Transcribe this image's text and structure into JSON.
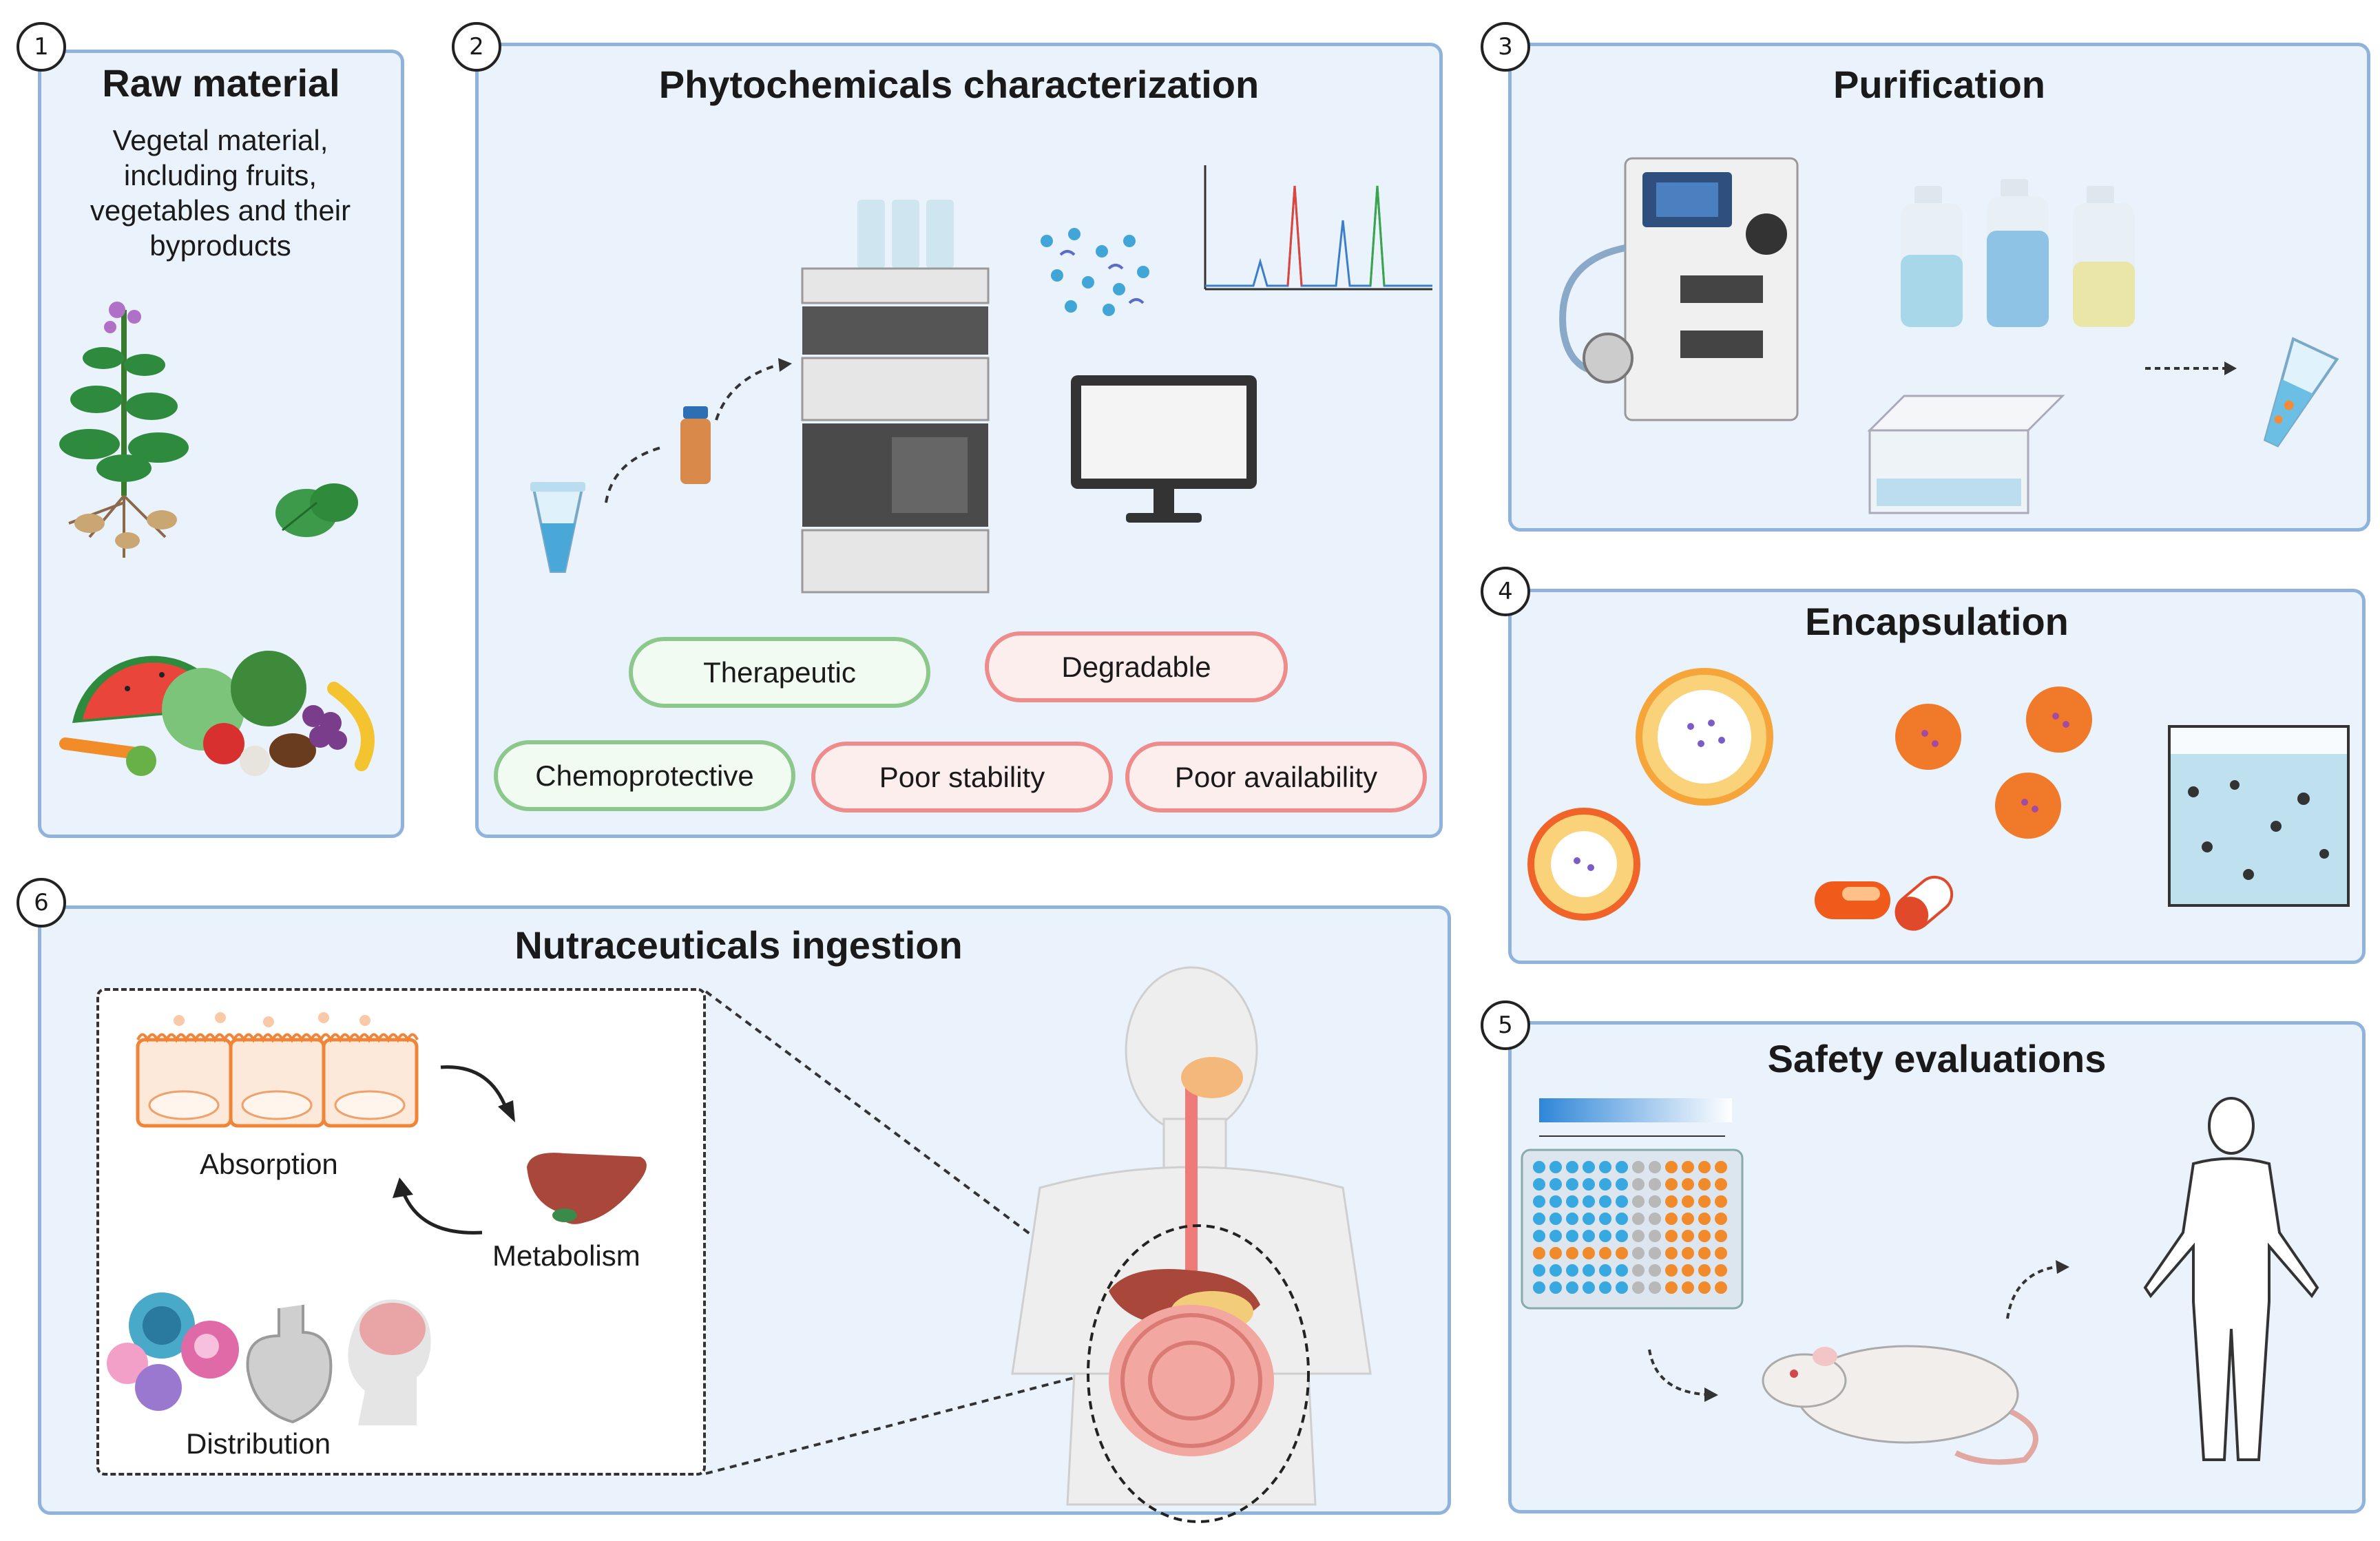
{
  "panels": {
    "raw_material": {
      "number": "1",
      "title": "Raw material",
      "description_lines": [
        "Vegetal material,",
        "including fruits,",
        "vegetables and their",
        "byproducts"
      ]
    },
    "phytochemicals": {
      "number": "2",
      "title": "Phytochemicals characterization",
      "tags": {
        "therapeutic": "Therapeutic",
        "degradable": "Degradable",
        "chemoprotective": "Chemoprotective",
        "poor_stability": "Poor stability",
        "poor_availability": "Poor availability"
      }
    },
    "purification": {
      "number": "3",
      "title": "Purification"
    },
    "encapsulation": {
      "number": "4",
      "title": "Encapsulation"
    },
    "safety": {
      "number": "5",
      "title": "Safety evaluations"
    },
    "ingestion": {
      "number": "6",
      "title": "Nutraceuticals ingestion",
      "labels": {
        "absorption": "Absorption",
        "metabolism": "Metabolism",
        "distribution": "Distribution"
      }
    }
  },
  "colors": {
    "panel_bg": "#eaf2fb",
    "panel_border": "#8fb3dd",
    "positive_border": "#8cc88c",
    "negative_border": "#ee8c8c"
  }
}
